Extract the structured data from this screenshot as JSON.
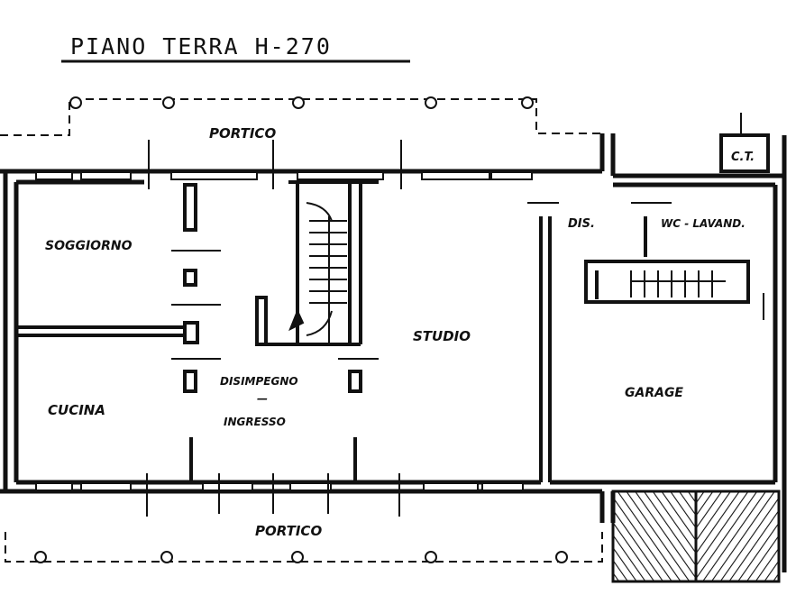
{
  "plan": {
    "title": "PIANO TERRA   H-270",
    "floor_name": "PIANO TERRA",
    "height_label": "H-270",
    "colors": {
      "ink": "#111111",
      "paper": "#ffffff"
    }
  },
  "rooms": {
    "portico_top": "PORTICO",
    "soggiorno": "SOGGIORNO",
    "cucina": "CUCINA",
    "disimpegno": "DISIMPEGNO",
    "dash": "—",
    "ingresso": "INGRESSO",
    "studio": "STUDIO",
    "dis": "DIS.",
    "wc_lavand": "WC - LAVAND.",
    "ct": "C.T.",
    "garage": "GARAGE",
    "portico_bottom": "PORTICO"
  }
}
